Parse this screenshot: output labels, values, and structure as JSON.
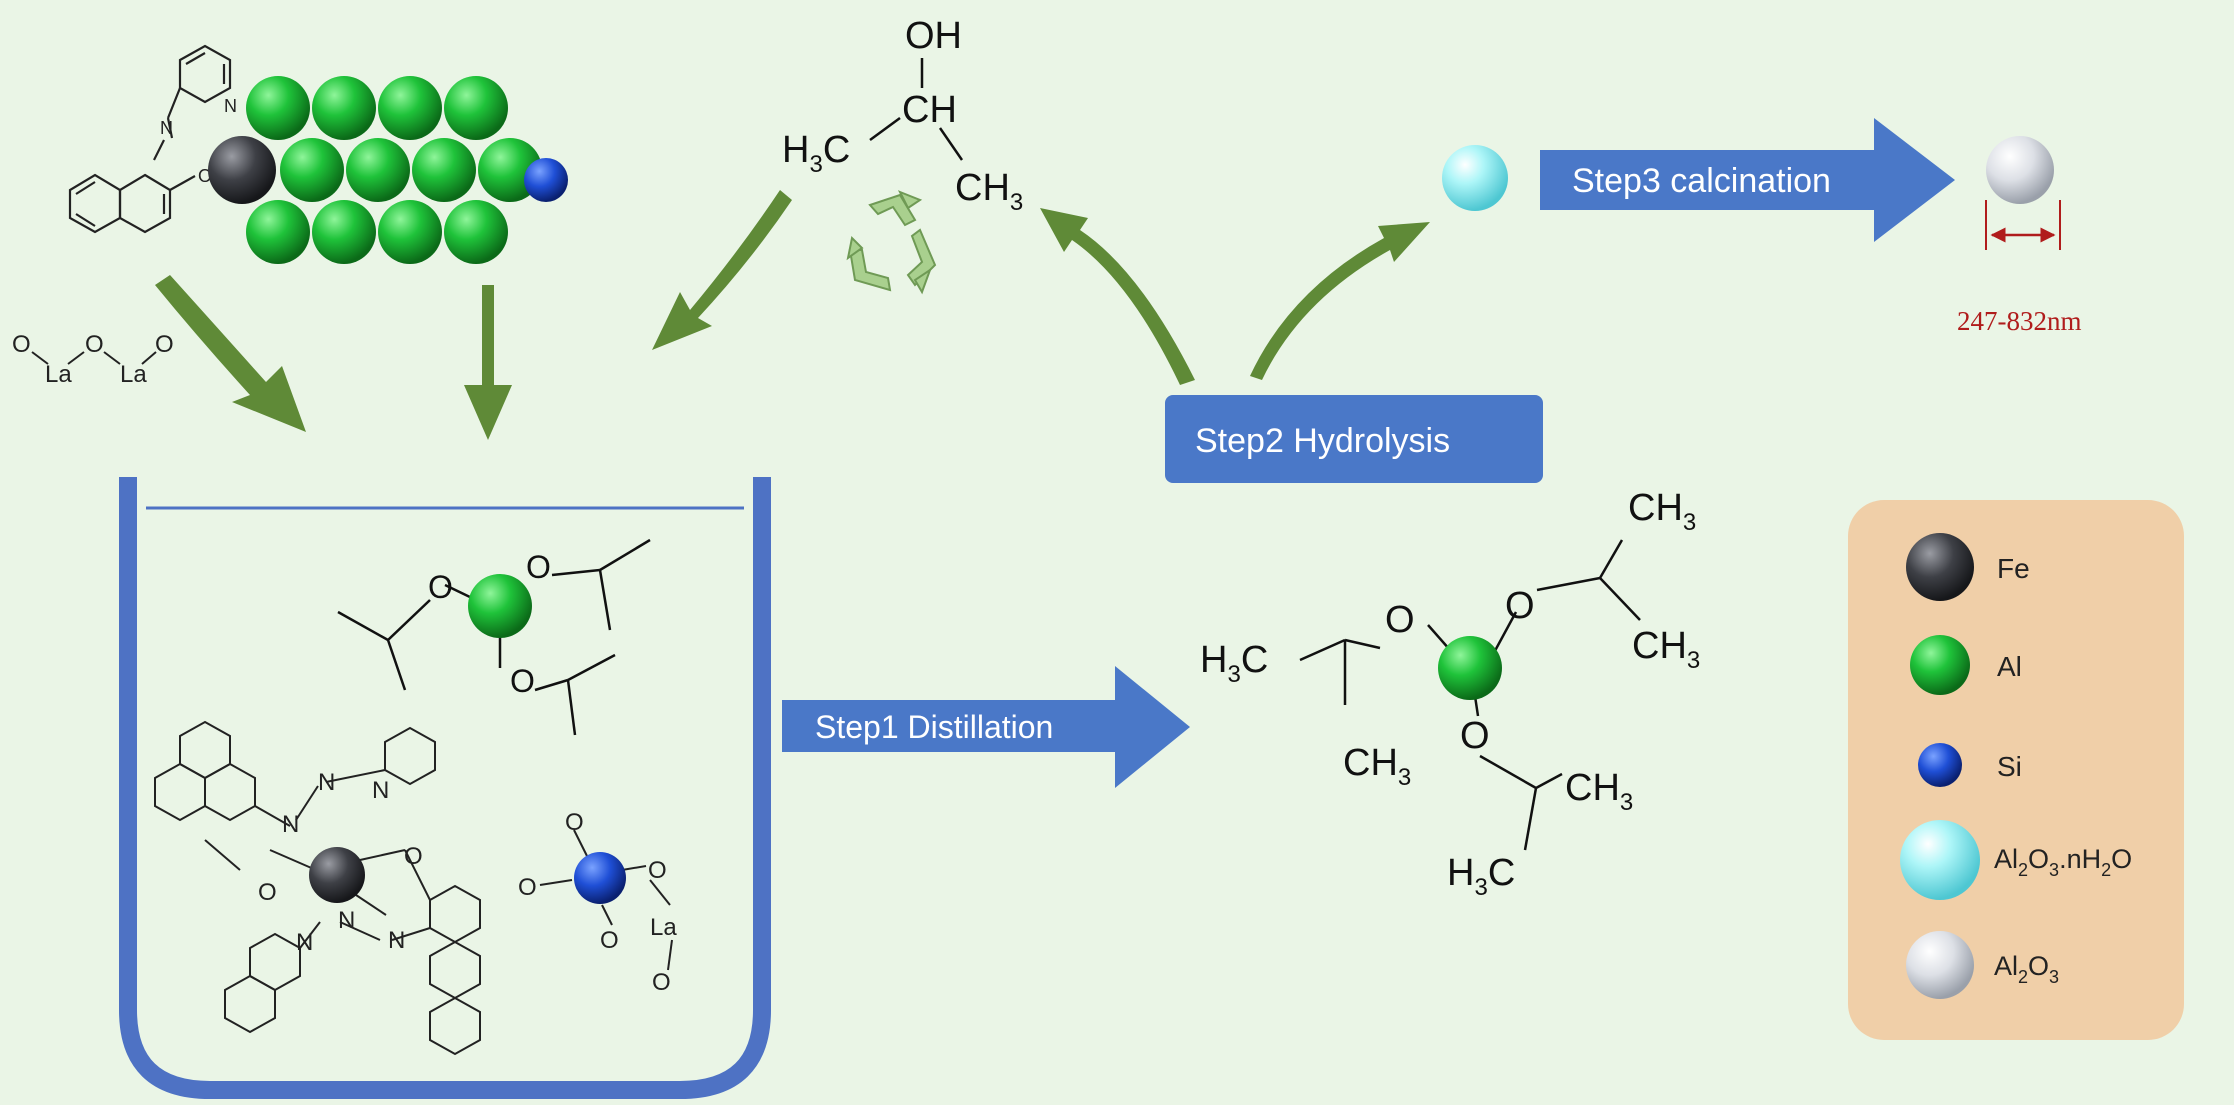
{
  "labels": {
    "step1": "Step1 Distillation",
    "step2": "Step2 Hydrolysis",
    "step3": "Step3 calcination",
    "size_range": "247-832nm"
  },
  "legend": {
    "items": [
      {
        "name": "Fe",
        "base": "Fe",
        "sub1": "",
        "mid": "",
        "sub2": "",
        "tail": ""
      },
      {
        "name": "Al",
        "base": "Al",
        "sub1": "",
        "mid": "",
        "sub2": "",
        "tail": ""
      },
      {
        "name": "Si",
        "base": "Si",
        "sub1": "",
        "mid": "",
        "sub2": "",
        "tail": ""
      },
      {
        "name": "Al2O3.nH2O",
        "base": "Al",
        "sub1": "2",
        "mid": "O",
        "sub2": "3",
        "tail": ".nH2O"
      },
      {
        "name": "Al2O3",
        "base": "Al",
        "sub1": "2",
        "mid": "O",
        "sub2": "3",
        "tail": ""
      }
    ]
  },
  "chem": {
    "oh": "OH",
    "h": "H",
    "c": "C",
    "o": "O",
    "la": "La",
    "n": "N",
    "ch": "CH",
    "three": "3",
    "two": "2",
    "ch3": "CH3",
    "h3c": "H3C",
    "h2o_tail": ".nH",
    "o_only": "O"
  },
  "colors": {
    "background": "#eaf5e6",
    "arrow_green": "#5f8a37",
    "step_blue": "#4a78c8",
    "beaker_blue": "#4e72c4",
    "legend_bg": "#f0cfa8",
    "size_red": "#b01c1c",
    "fe": "#3e4046",
    "al": "#1fa33a",
    "si": "#1f4fd6",
    "hydrate": "#8eeaf0",
    "alumina": "#d9dce2"
  }
}
